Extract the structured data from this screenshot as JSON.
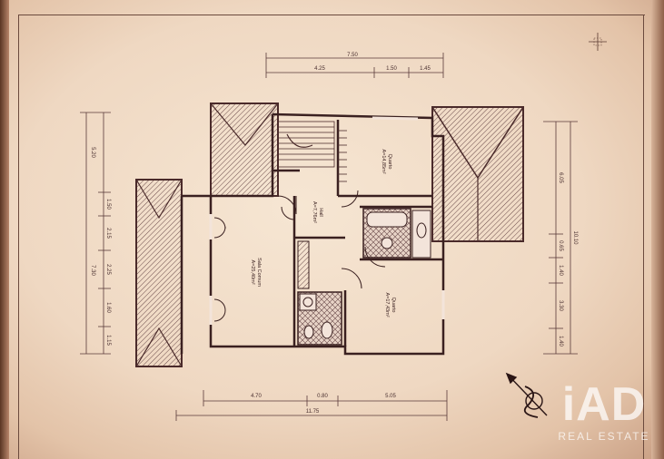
{
  "plan": {
    "top_dimensions": [
      "7.50",
      "4.25",
      "1.50",
      "1.45"
    ],
    "bottom_dimensions": [
      "4.70",
      "0.80",
      "5.05"
    ],
    "bottom_total": "11.75",
    "left_dimensions": [
      "5.20",
      "1.50",
      "2.15",
      "2.25",
      "1.60",
      "1.15",
      "7.30"
    ],
    "right_dimensions": [
      "10.10",
      "6.05",
      "0.65",
      "1.40",
      "3.30",
      "1.40"
    ],
    "rooms": {
      "quarto_top": {
        "name": "Quarto",
        "area": "A=14,85m²"
      },
      "hall": {
        "name": "Hall",
        "area": "A=7,76m²"
      },
      "sala": {
        "name": "Sala Comum",
        "area": "A=25,40m²"
      },
      "quarto_bottom": {
        "name": "Quarto",
        "area": "A=17,43m²"
      }
    }
  },
  "watermark": {
    "logo": "iAD",
    "subtitle": "REAL ESTATE"
  },
  "icons": [
    "north-arrow-icon",
    "crosshair-icon"
  ]
}
